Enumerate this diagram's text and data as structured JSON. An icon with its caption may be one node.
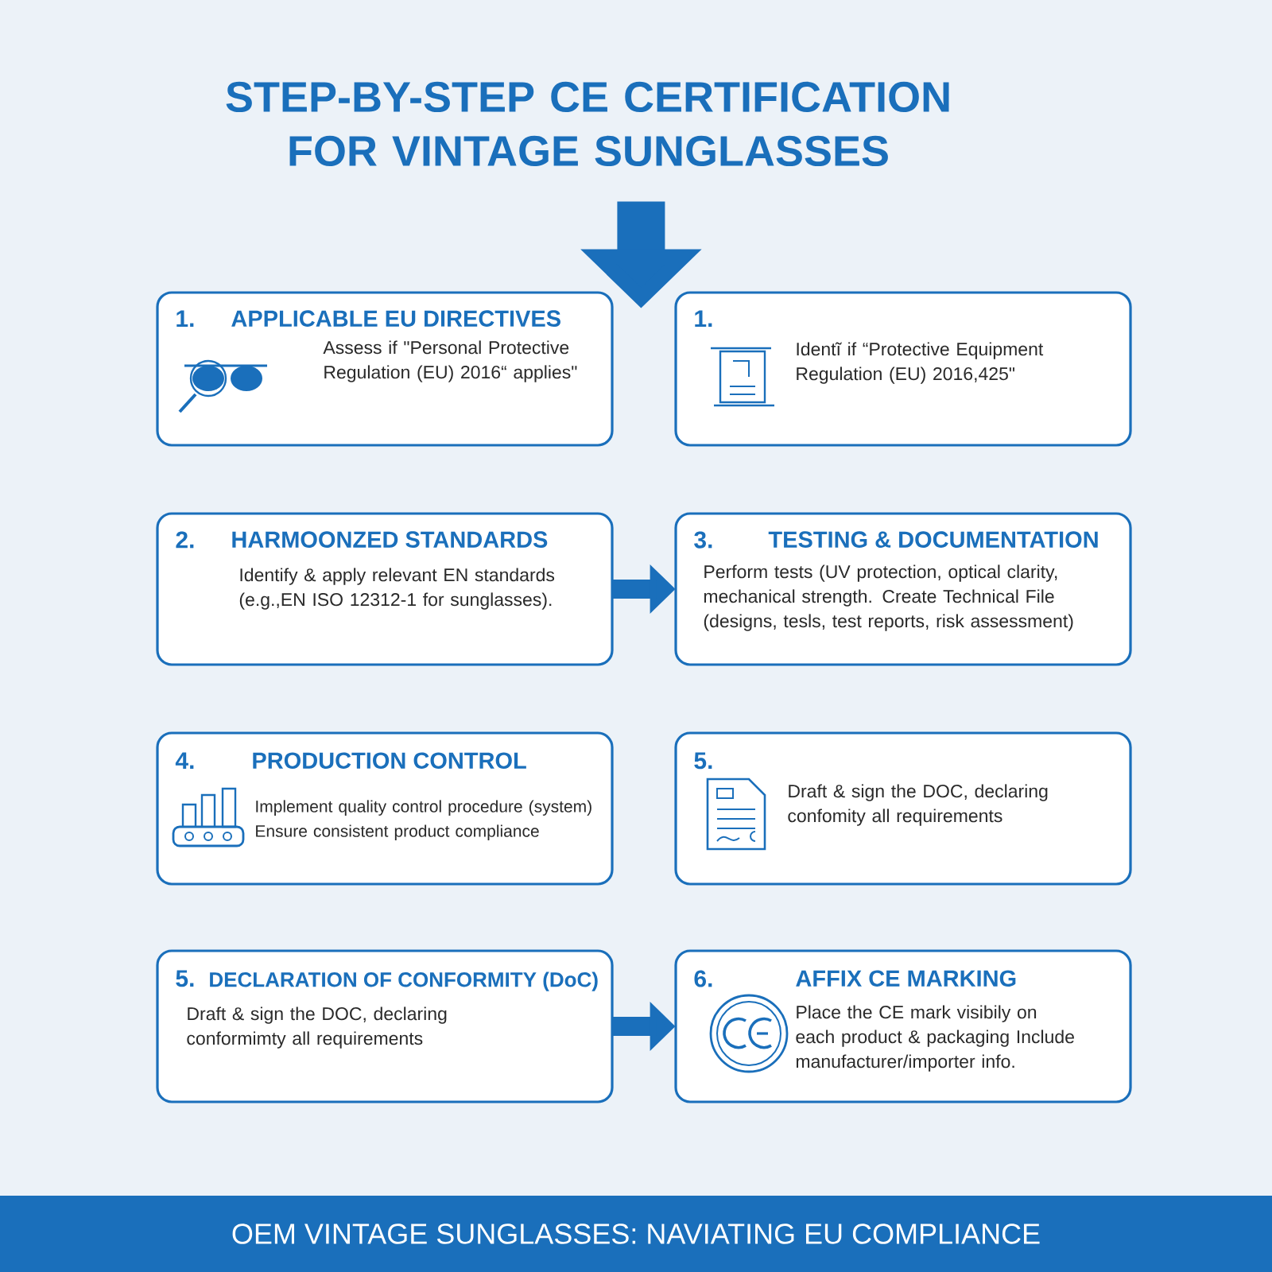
{
  "diagram": {
    "title": "STEP-BY-STEP CE CERTIFICATION FOR VINTAGE SUNGLASSES",
    "caption": "OEM VINTAGE SUNGLASSES: NAVIATING EU COMPLIANCE",
    "nodes": [
      {
        "text": [
          "1.",
          "APPLICABLE EU DIRECTIVES",
          "Assess if \"Personal Protective Regulation (EU) 2016“ applies\""
        ]
      },
      {
        "text": [
          "1.",
          "Identĩ if “Protective Equipment Regulation (EU) 2016,425\""
        ]
      },
      {
        "text": [
          "2.",
          "HARMOONZED STANDARDS",
          "Identify & apply relevant EN standards (e.g.,EN ISO 12312-1 for sunglasses)."
        ]
      },
      {
        "text": [
          "3.",
          "TESTING & DOCUMENTATION",
          "Perform tests (UV protection, optical clarity, mechanical strength. Create Technical File (designs, tesls, test reports, risk assessment)"
        ]
      },
      {
        "text": [
          "4.",
          "PRODUCTION CONTROL",
          "Implement quality control procedure (system) Ensure consistent product compliance"
        ]
      },
      {
        "text": [
          "5.",
          "Draft & sign the DOC, declaring confomity all requirements"
        ]
      },
      {
        "text": [
          "5.",
          "DECLARATION OF CONFORMITY (DoC)",
          "Draft & sign the DOC, declaring conformimty all requirements"
        ]
      },
      {
        "text": [
          "6.",
          "AFFIX CE MARKING",
          "Place the CE mark visibily on each product & packaging Include manufacturer/importer info."
        ]
      }
    ],
    "edges": [
      {
        "from": null,
        "to": 0,
        "arrow": "to",
        "style": "thick"
      },
      {
        "from": 2,
        "to": 3,
        "arrow": "to"
      },
      {
        "from": 6,
        "to": 7,
        "arrow": "to"
      }
    ]
  }
}
